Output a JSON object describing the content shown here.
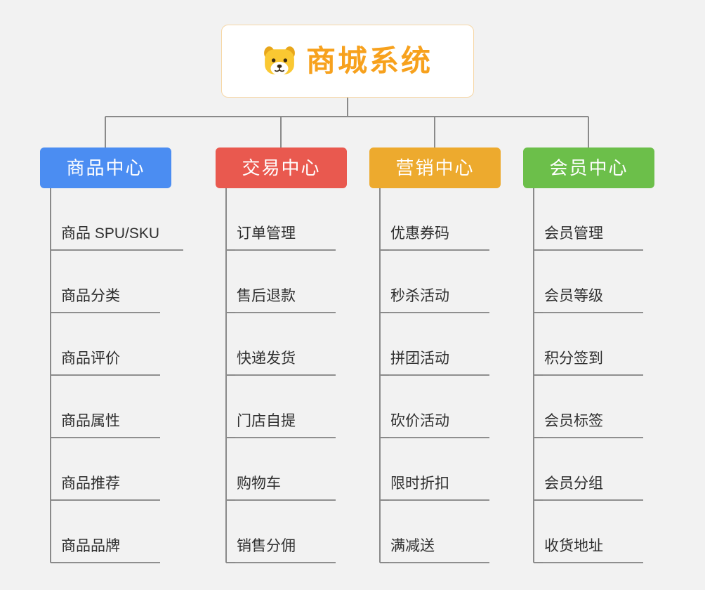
{
  "background": "#f2f2f2",
  "root": {
    "title": "商城系统",
    "title_color": "#f7a11d",
    "icon": "dog-face-icon"
  },
  "connector_color": "#8a8a8a",
  "branches": [
    {
      "label": "商品中心",
      "color": "#4b8df2",
      "children": [
        "商品 SPU/SKU",
        "商品分类",
        "商品评价",
        "商品属性",
        "商品推荐",
        "商品品牌"
      ]
    },
    {
      "label": "交易中心",
      "color": "#e9594f",
      "children": [
        "订单管理",
        "售后退款",
        "快递发货",
        "门店自提",
        "购物车",
        "销售分佣"
      ]
    },
    {
      "label": "营销中心",
      "color": "#edaa2e",
      "children": [
        "优惠券码",
        "秒杀活动",
        "拼团活动",
        "砍价活动",
        "限时折扣",
        "满减送"
      ]
    },
    {
      "label": "会员中心",
      "color": "#6cbf4a",
      "children": [
        "会员管理",
        "会员等级",
        "积分签到",
        "会员标签",
        "会员分组",
        "收货地址"
      ]
    }
  ]
}
